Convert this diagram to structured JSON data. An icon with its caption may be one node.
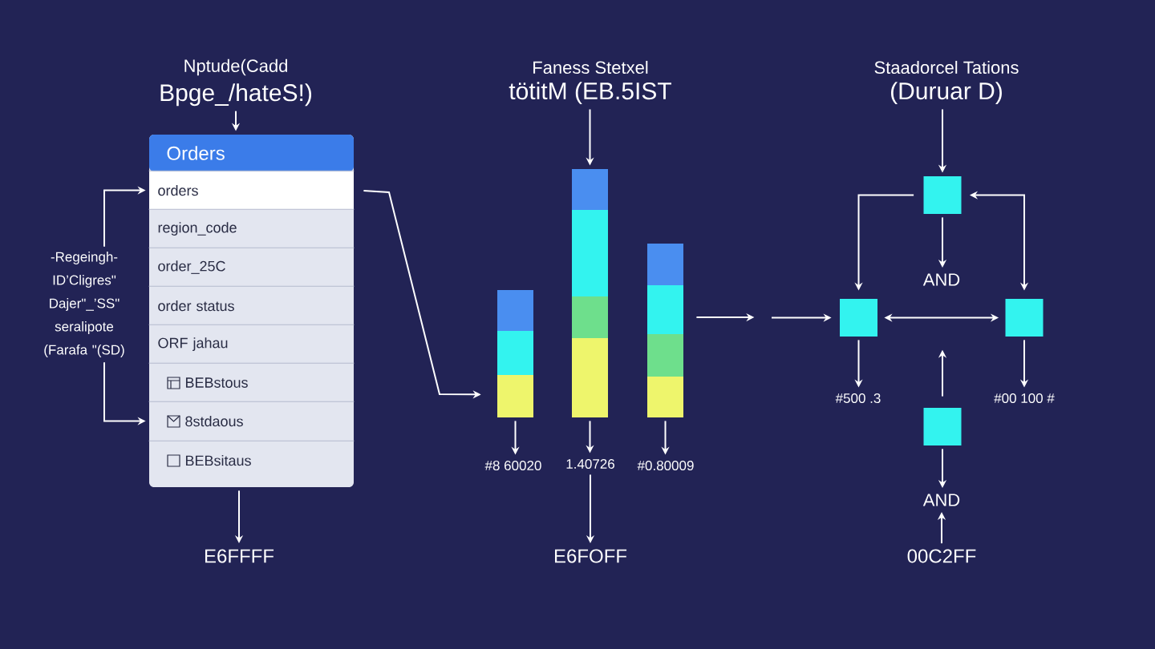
{
  "diagram": {
    "nodes": [
      {
        "text": [
          "Nptude(Cadd",
          "Bpge_/hateS!)"
        ]
      },
      {
        "text": [
          "Orders"
        ]
      },
      {
        "text": [
          "orders"
        ],
        "in": 1
      },
      {
        "text": [
          "region_code"
        ],
        "in": 1
      },
      {
        "text": [
          "order_25C"
        ],
        "in": 1
      },
      {
        "text": [
          "order status"
        ],
        "in": 1
      },
      {
        "text": [
          "ORF jahau"
        ],
        "in": 1
      },
      {
        "text": [
          "BEBstous"
        ],
        "in": 1
      },
      {
        "text": [
          "8stdaous"
        ],
        "in": 1
      },
      {
        "text": [
          "BEBsitaus"
        ],
        "in": 1
      },
      {
        "text": [
          "-Regeingh- ID’Cligres\" Dajer\"_’SS\" seralipote (Farafa \"(SD)"
        ]
      },
      {
        "text": [
          "E6FFFF"
        ]
      },
      {
        "text": [
          "Faness Stetxel",
          "tötitM (EB.5IST"
        ]
      },
      {
        "text": [],
        "shape": "bar"
      },
      {
        "text": [],
        "shape": "bar"
      },
      {
        "text": [],
        "shape": "bar"
      },
      {
        "text": [
          "#8 60020"
        ]
      },
      {
        "text": [
          "1.40726"
        ]
      },
      {
        "text": [
          "#0.80009"
        ]
      },
      {
        "text": [
          "E6FOFF"
        ]
      },
      {
        "text": [
          "Staadorcel Tations",
          "(Duruar D)"
        ]
      },
      {
        "text": [],
        "shape": "box"
      },
      {
        "text": [
          "AND"
        ]
      },
      {
        "text": [],
        "shape": "box"
      },
      {
        "text": [],
        "shape": "box"
      },
      {
        "text": [
          "#500 .3"
        ]
      },
      {
        "text": [
          "#00 100 #"
        ]
      },
      {
        "text": [],
        "shape": "box"
      },
      {
        "text": [
          "AND"
        ]
      },
      {
        "text": [
          "00C2FF"
        ]
      }
    ],
    "edges": [
      {
        "from": 0,
        "to": 1,
        "arrow": "to"
      },
      {
        "from": 10,
        "to": 2,
        "arrow": "to"
      },
      {
        "from": 10,
        "to": 8,
        "arrow": "to"
      },
      {
        "from": 1,
        "to": 11,
        "arrow": "to"
      },
      {
        "from": 2,
        "to": 13,
        "arrow": "to"
      },
      {
        "from": 12,
        "to": 14,
        "arrow": "to"
      },
      {
        "from": 13,
        "to": 16,
        "arrow": "to"
      },
      {
        "from": 14,
        "to": 17,
        "arrow": "to"
      },
      {
        "from": 15,
        "to": 18,
        "arrow": "to"
      },
      {
        "from": 17,
        "to": 19,
        "arrow": "to"
      },
      {
        "from": 15,
        "to": null,
        "arrow": "to"
      },
      {
        "from": null,
        "to": 23,
        "arrow": "to"
      },
      {
        "from": 20,
        "to": 21,
        "arrow": "to"
      },
      {
        "from": 21,
        "to": 22,
        "arrow": "to"
      },
      {
        "from": 21,
        "to": 23,
        "arrow": "to"
      },
      {
        "from": 24,
        "to": 21,
        "arrow": "both"
      },
      {
        "from": 23,
        "to": 24,
        "arrow": "both"
      },
      {
        "from": 23,
        "to": 25,
        "arrow": "to"
      },
      {
        "from": 24,
        "to": 26,
        "arrow": "to"
      },
      {
        "from": 27,
        "to": null,
        "arrow": "to"
      },
      {
        "from": 27,
        "to": 28,
        "arrow": "to"
      },
      {
        "from": 29,
        "to": 28,
        "arrow": "to"
      }
    ]
  }
}
